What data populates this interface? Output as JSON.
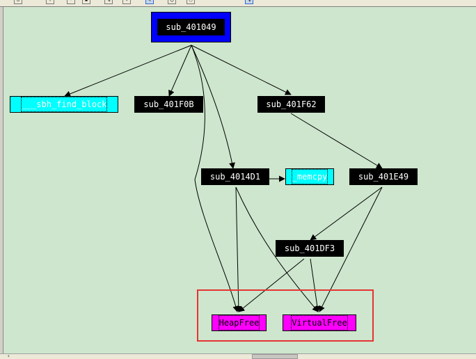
{
  "toolbar": {
    "buttons": [
      {
        "name": "save-icon",
        "glyph": "▫"
      },
      {
        "name": "zoom-in-icon",
        "glyph": "+"
      },
      {
        "name": "zoom-out-icon",
        "glyph": "-"
      },
      {
        "name": "print-icon",
        "glyph": "▪"
      },
      {
        "name": "fit-icon",
        "glyph": "%"
      },
      {
        "name": "back-icon",
        "glyph": "‹"
      },
      {
        "name": "pointer-icon",
        "glyph": "↖"
      },
      {
        "name": "pan-icon",
        "glyph": "○"
      },
      {
        "name": "lasso-icon",
        "glyph": "◌"
      },
      {
        "name": "select-icon",
        "glyph": "↘"
      }
    ]
  },
  "graph": {
    "nodes": {
      "root": "sub_401049",
      "sbh_find_block": "___sbh_find_block",
      "sub_401F0B": "sub_401F0B",
      "sub_401F62": "sub_401F62",
      "sub_4014D1": "sub_4014D1",
      "memcpy": "_memcpy",
      "sub_401E49": "sub_401E49",
      "sub_401DF3": "sub_401DF3",
      "HeapFree": "HeapFree",
      "VirtualFree": "VirtualFree"
    },
    "colors": {
      "background": "#cde6cd",
      "root_frame": "#0000ff",
      "function_node": "#000000",
      "library_node": "#00ffff",
      "import_node": "#ff00ff",
      "highlight": "#e53333",
      "edge": "#000000"
    }
  }
}
